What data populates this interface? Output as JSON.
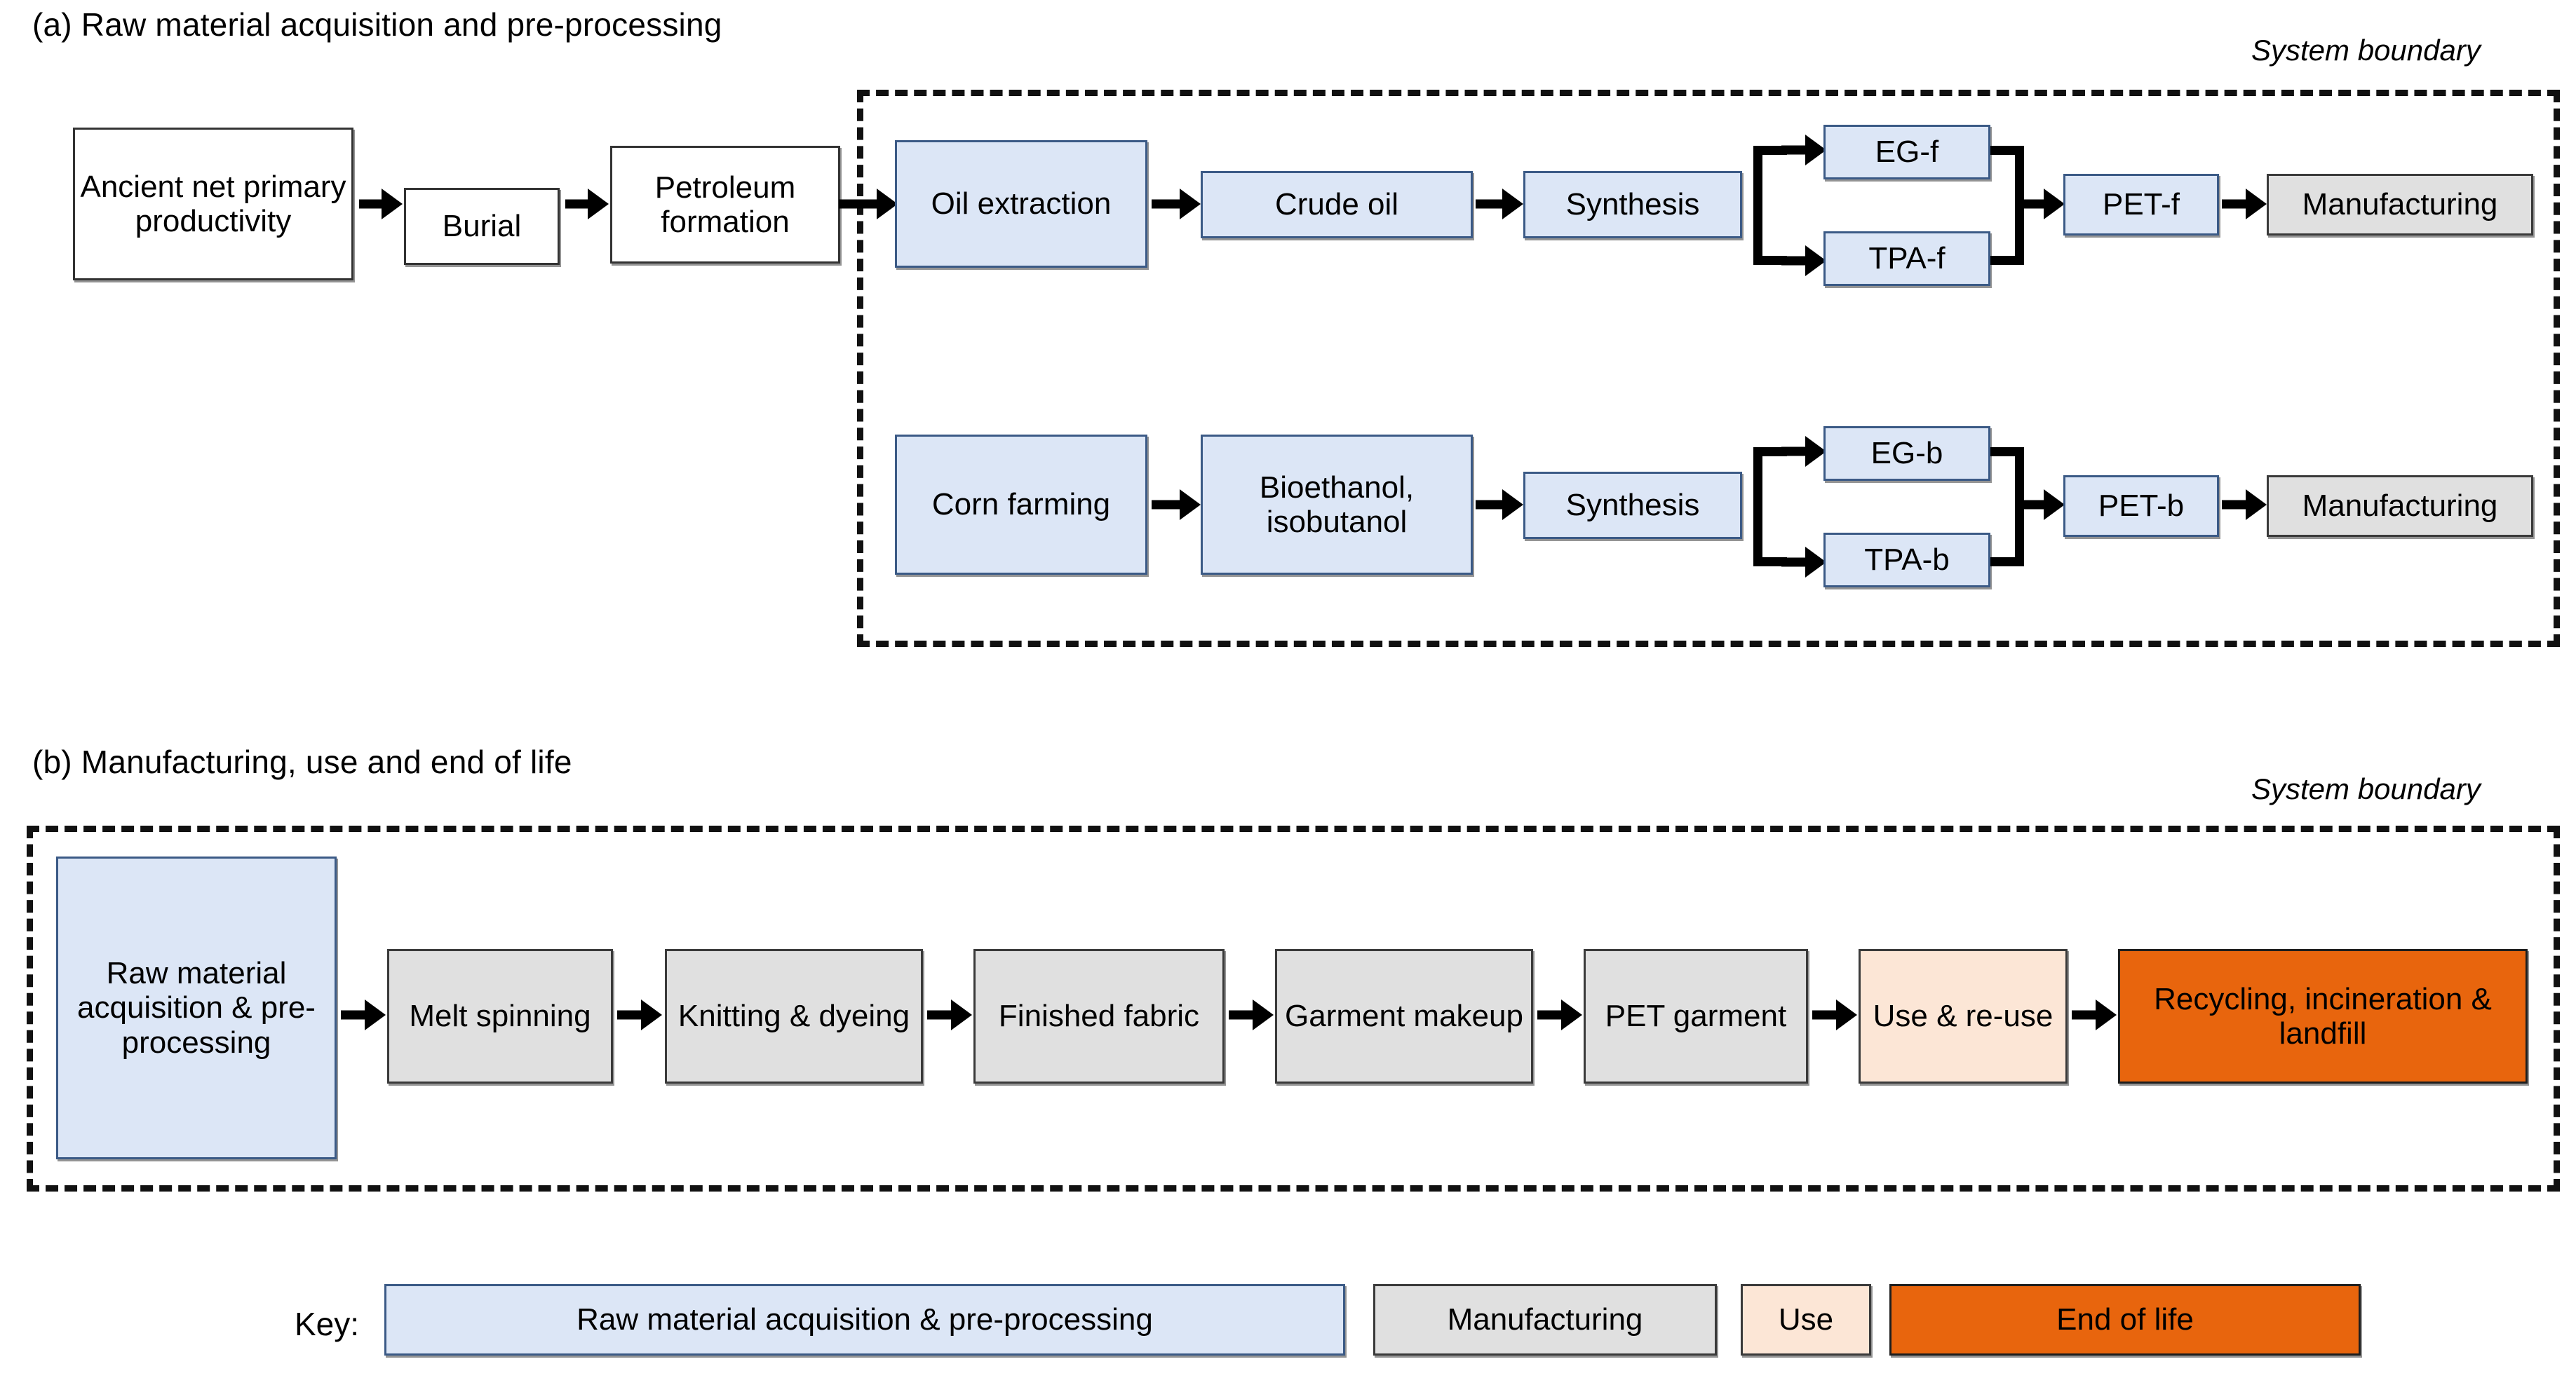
{
  "panels": [
    {
      "id": "a",
      "title": "(a) Raw material acquisition and pre-processing",
      "system_boundary_label": "System boundary"
    },
    {
      "id": "b",
      "title": "(b) Manufacturing, use and end of life",
      "system_boundary_label": "System boundary"
    }
  ],
  "panel_a": {
    "upstream": [
      {
        "label": "Ancient net primary productivity",
        "category": "outside"
      },
      {
        "label": "Burial",
        "category": "outside"
      },
      {
        "label": "Petroleum formation",
        "category": "outside"
      }
    ],
    "fossil_row": [
      {
        "label": "Oil extraction",
        "category": "raw-material"
      },
      {
        "label": "Crude oil",
        "category": "raw-material"
      },
      {
        "label": "Synthesis",
        "category": "raw-material"
      },
      {
        "label": "EG-f",
        "category": "raw-material"
      },
      {
        "label": "TPA-f",
        "category": "raw-material"
      },
      {
        "label": "PET-f",
        "category": "raw-material"
      },
      {
        "label": "Manufacturing",
        "category": "manufacturing"
      }
    ],
    "bio_row": [
      {
        "label": "Corn farming",
        "category": "raw-material"
      },
      {
        "label": "Bioethanol, isobutanol",
        "category": "raw-material"
      },
      {
        "label": "Synthesis",
        "category": "raw-material"
      },
      {
        "label": "EG-b",
        "category": "raw-material"
      },
      {
        "label": "TPA-b",
        "category": "raw-material"
      },
      {
        "label": "PET-b",
        "category": "raw-material"
      },
      {
        "label": "Manufacturing",
        "category": "manufacturing"
      }
    ]
  },
  "panel_b": {
    "steps": [
      {
        "label": "Raw material acquisition & pre-processing",
        "category": "raw-material"
      },
      {
        "label": "Melt spinning",
        "category": "manufacturing"
      },
      {
        "label": "Knitting & dyeing",
        "category": "manufacturing"
      },
      {
        "label": "Finished fabric",
        "category": "manufacturing"
      },
      {
        "label": "Garment makeup",
        "category": "manufacturing"
      },
      {
        "label": "PET garment",
        "category": "manufacturing"
      },
      {
        "label": "Use & re-use",
        "category": "use"
      },
      {
        "label": "Recycling, incineration & landfill",
        "category": "end-of-life"
      }
    ]
  },
  "key": {
    "label": "Key:",
    "entries": [
      {
        "label": "Raw material acquisition & pre-processing",
        "category": "raw-material",
        "color": "#dce6f6"
      },
      {
        "label": "Manufacturing",
        "category": "manufacturing",
        "color": "#e0e0e0"
      },
      {
        "label": "Use",
        "category": "use",
        "color": "#fce6d6"
      },
      {
        "label": "End of life",
        "category": "end-of-life",
        "color": "#e8650d"
      }
    ]
  },
  "colors": {
    "raw_material": "#dce6f6",
    "manufacturing": "#e0e0e0",
    "use": "#fce6d6",
    "end_of_life": "#e8650d",
    "boundary": "#111111",
    "arrow": "#000000"
  }
}
